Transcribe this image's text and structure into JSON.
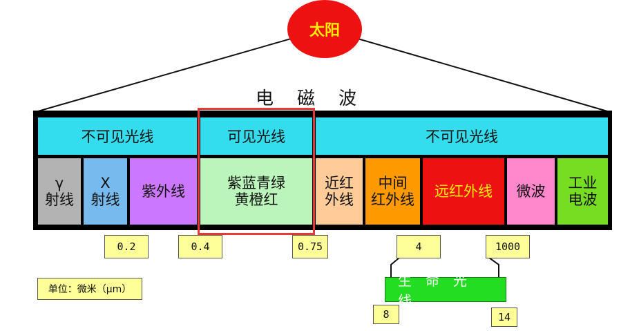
{
  "sun": {
    "label": "太阳",
    "color": "#ee1111"
  },
  "title": "电磁波",
  "headers": [
    "不可见光线",
    "可见光线",
    "不可见光线"
  ],
  "bands": [
    {
      "name": "gamma",
      "lines": [
        "γ",
        "射线"
      ],
      "color": "#b3b3b3"
    },
    {
      "name": "xray",
      "lines": [
        "X",
        "射线"
      ],
      "color": "#77bbee"
    },
    {
      "name": "uv",
      "lines": [
        "紫外线"
      ],
      "color": "#cc77ff"
    },
    {
      "name": "visible",
      "lines": [
        "紫蓝青绿",
        "黄橙红"
      ],
      "color": "#bbf5bb"
    },
    {
      "name": "near-ir",
      "lines": [
        "近红",
        "外线"
      ],
      "color": "#ffcc99"
    },
    {
      "name": "mid-ir",
      "lines": [
        "中间",
        "红外线"
      ],
      "color": "#ff9900"
    },
    {
      "name": "far-ir",
      "lines": [
        "远红外线"
      ],
      "color": "#ee1111"
    },
    {
      "name": "microwave",
      "lines": [
        "微波"
      ],
      "color": "#ff88cc"
    },
    {
      "name": "industrial",
      "lines": [
        "工业",
        "电波"
      ],
      "color": "#77dd22"
    }
  ],
  "boundaries": [
    "0.2",
    "0.4",
    "0.75",
    "4",
    "1000"
  ],
  "unit_label": "单位：微米（μm）",
  "life_light": {
    "label": "生命光线",
    "from": "8",
    "to": "14"
  }
}
